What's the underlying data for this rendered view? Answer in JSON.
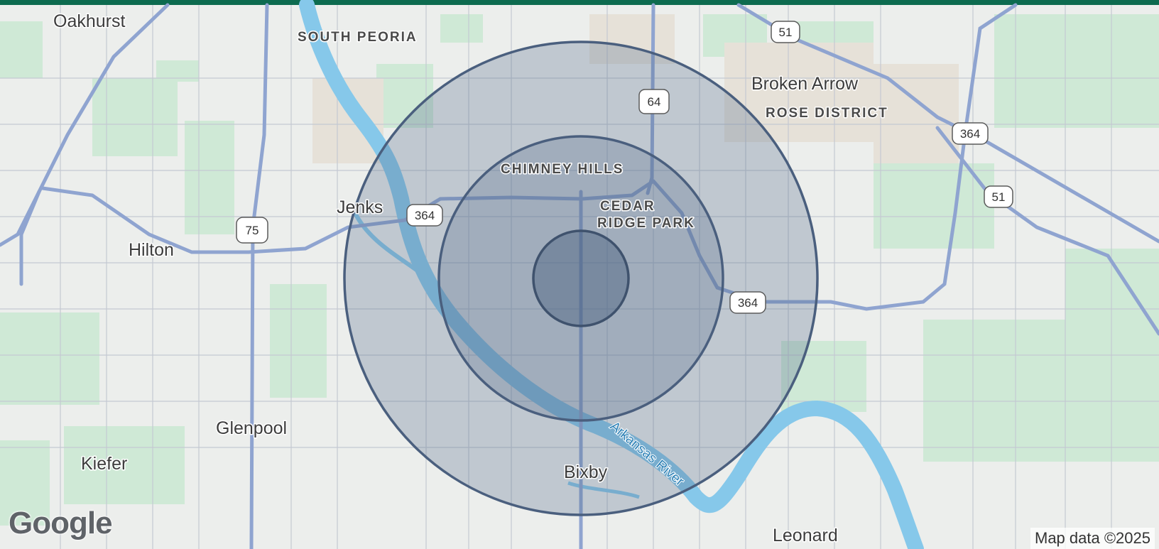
{
  "map": {
    "cities": [
      {
        "id": "oakhurst",
        "label": "Oakhurst"
      },
      {
        "id": "jenks",
        "label": "Jenks"
      },
      {
        "id": "hilton",
        "label": "Hilton"
      },
      {
        "id": "glenpool",
        "label": "Glenpool"
      },
      {
        "id": "kiefer",
        "label": "Kiefer"
      },
      {
        "id": "bixby",
        "label": "Bixby"
      },
      {
        "id": "broken-arrow",
        "label": "Broken Arrow"
      },
      {
        "id": "leonard",
        "label": "Leonard"
      }
    ],
    "districts": [
      {
        "id": "south-peoria",
        "label": "SOUTH PEORIA"
      },
      {
        "id": "chimney-hills",
        "label": "CHIMNEY HILLS"
      },
      {
        "id": "cedar-ridge-park-1",
        "label": "CEDAR"
      },
      {
        "id": "cedar-ridge-park-2",
        "label": "RIDGE PARK"
      },
      {
        "id": "rose-district",
        "label": "ROSE DISTRICT"
      }
    ],
    "river_label": "Arkansas River",
    "route_shields": [
      {
        "id": "us-64",
        "number": "64"
      },
      {
        "id": "ok-51-north",
        "number": "51"
      },
      {
        "id": "ok-364-east",
        "number": "364"
      },
      {
        "id": "ok-51-east",
        "number": "51"
      },
      {
        "id": "ok-364-jenks",
        "number": "364"
      },
      {
        "id": "us-75",
        "number": "75"
      },
      {
        "id": "ok-364-south",
        "number": "364"
      }
    ],
    "radius_rings": [
      "inner",
      "middle",
      "outer"
    ],
    "colors": {
      "header": "#0d6b4f",
      "water": "#7fc3e6",
      "highway": "#8ea3cf",
      "ring_fill": "#5a6f8f",
      "ring_stroke": "#4a5f7e",
      "green_area": "#cde8d4"
    },
    "attribution": "Map data ©2025",
    "logo": "Google"
  }
}
